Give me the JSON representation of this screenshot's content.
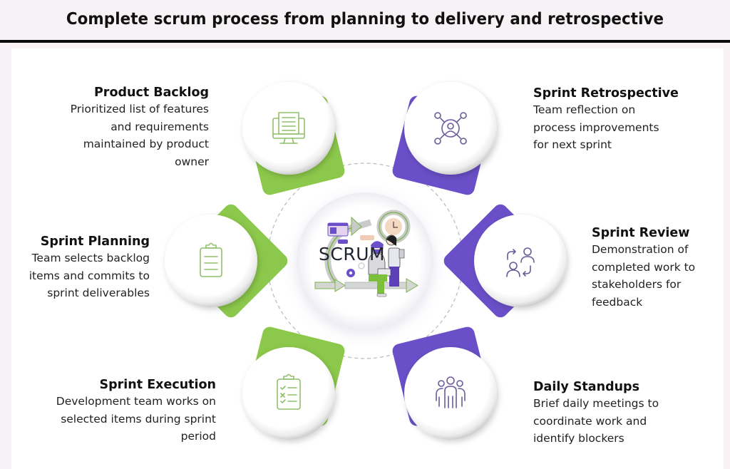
{
  "title": "Complete scrum process from planning to delivery and retrospective",
  "center": {
    "label": "SCRUM",
    "illustration": "scrum-team-illustration"
  },
  "colors": {
    "green": "#8cc84b",
    "purple": "#6a4fc8",
    "green_icon": "#8fbf6a",
    "purple_icon": "#6b5a9a",
    "background": "#f6f2f5",
    "card": "#ffffff"
  },
  "steps": [
    {
      "id": "product-backlog",
      "title": "Product Backlog",
      "description_lines": [
        "Prioritized list of features",
        "and requirements",
        "maintained by product",
        "owner"
      ],
      "icon": "monitor-document-icon",
      "accent": "green"
    },
    {
      "id": "sprint-retrospective",
      "title": "Sprint Retrospective",
      "description_lines": [
        "Team reflection on",
        "process improvements",
        "for next sprint"
      ],
      "icon": "user-network-icon",
      "accent": "purple"
    },
    {
      "id": "sprint-planning",
      "title": "Sprint Planning",
      "description_lines": [
        "Team selects backlog",
        "items and commits to",
        "sprint deliverables"
      ],
      "icon": "clipboard-icon",
      "accent": "green"
    },
    {
      "id": "sprint-review",
      "title": "Sprint Review",
      "description_lines": [
        "Demonstration of",
        "completed work to",
        "stakeholders for",
        "feedback"
      ],
      "icon": "people-exchange-icon",
      "accent": "purple"
    },
    {
      "id": "sprint-execution",
      "title": "Sprint Execution",
      "description_lines": [
        "Development team works on",
        "selected items during sprint",
        "period"
      ],
      "icon": "checklist-icon",
      "accent": "green"
    },
    {
      "id": "daily-standups",
      "title": "Daily Standups",
      "description_lines": [
        "Brief daily meetings to",
        "coordinate work and",
        "identify blockers"
      ],
      "icon": "team-icon",
      "accent": "purple"
    }
  ]
}
